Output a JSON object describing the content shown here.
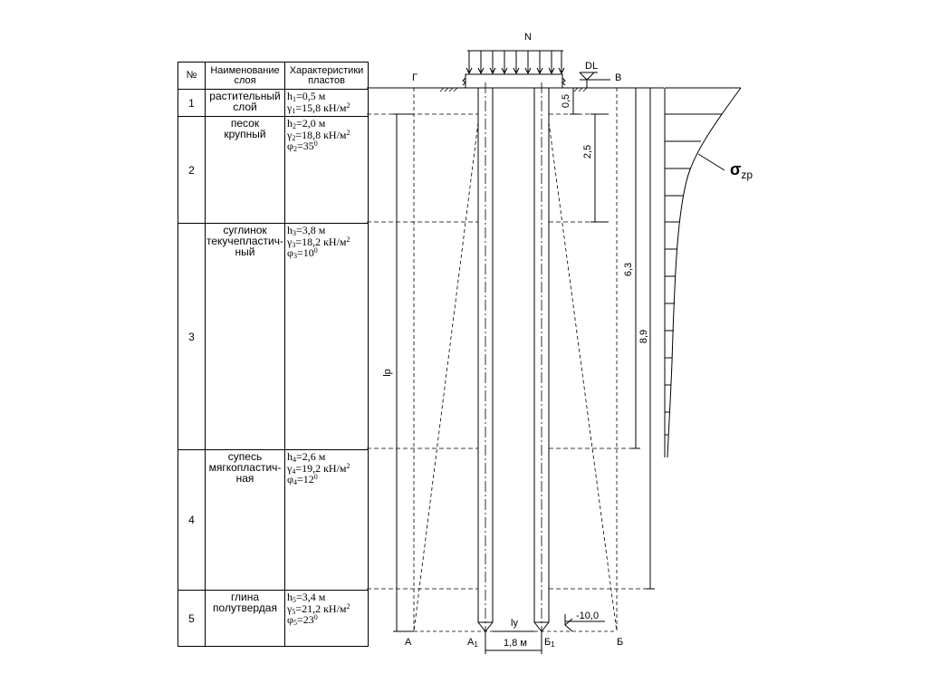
{
  "table": {
    "headers": {
      "number": "№",
      "name_line1": "Наименование",
      "name_line2": "слоя",
      "props_line1": "Характеристики",
      "props_line2": "пластов"
    },
    "rows": [
      {
        "no": "1",
        "name": [
          "растительный",
          "слой"
        ],
        "props": [
          {
            "sym": "h",
            "sub": "1",
            "val": "=0,5 м",
            "sup": ""
          },
          {
            "sym": "γ",
            "sub": "1",
            "val": "=15,8 кН/м",
            "sup": "2"
          }
        ]
      },
      {
        "no": "2",
        "name": [
          "песок",
          "крупный"
        ],
        "props": [
          {
            "sym": "h",
            "sub": "2",
            "val": "=2,0 м",
            "sup": ""
          },
          {
            "sym": "γ",
            "sub": "2",
            "val": "=18,8 кН/м",
            "sup": "2"
          },
          {
            "sym": "φ",
            "sub": "2",
            "val": "=35",
            "sup": "0"
          }
        ]
      },
      {
        "no": "3",
        "name": [
          "суглинок",
          "текучепластич-",
          "ный"
        ],
        "props": [
          {
            "sym": "h",
            "sub": "3",
            "val": "=3,8 м",
            "sup": ""
          },
          {
            "sym": "γ",
            "sub": "3",
            "val": "=18,2 кН/м",
            "sup": "2"
          },
          {
            "sym": "φ",
            "sub": "3",
            "val": "=10",
            "sup": "0"
          }
        ]
      },
      {
        "no": "4",
        "name": [
          "супесь",
          "мягкопластич-",
          "ная"
        ],
        "props": [
          {
            "sym": "h",
            "sub": "4",
            "val": "=2,6 м",
            "sup": ""
          },
          {
            "sym": "γ",
            "sub": "4",
            "val": "=19,2 кН/м",
            "sup": "2"
          },
          {
            "sym": "φ",
            "sub": "4",
            "val": "=12",
            "sup": "0"
          }
        ]
      },
      {
        "no": "5",
        "name": [
          "глина",
          "полутвердая"
        ],
        "props": [
          {
            "sym": "h",
            "sub": "5",
            "val": "=3,4 м",
            "sup": ""
          },
          {
            "sym": "γ",
            "sub": "5",
            "val": "=21,2 кН/м",
            "sup": "2"
          },
          {
            "sym": "φ",
            "sub": "5",
            "val": "=23",
            "sup": "0"
          }
        ]
      }
    ]
  },
  "drawing": {
    "load_label": "N",
    "dl_label": "DL",
    "point_g": "Г",
    "point_v": "В",
    "point_a": "А",
    "point_a1_main": "А",
    "point_a1_sub": "1",
    "point_b1_main": "Б",
    "point_b1_sub": "1",
    "point_b": "Б",
    "dim_top": "0,5",
    "dim_sand": "2,5",
    "dim_63": "6,3",
    "dim_89": "8,9",
    "dim_lp": "lp",
    "dim_ly": "ly",
    "dim_spacing": "1,8 м",
    "level_mark": "-10,0",
    "sigma_main": "σ",
    "sigma_sub": "zp"
  }
}
